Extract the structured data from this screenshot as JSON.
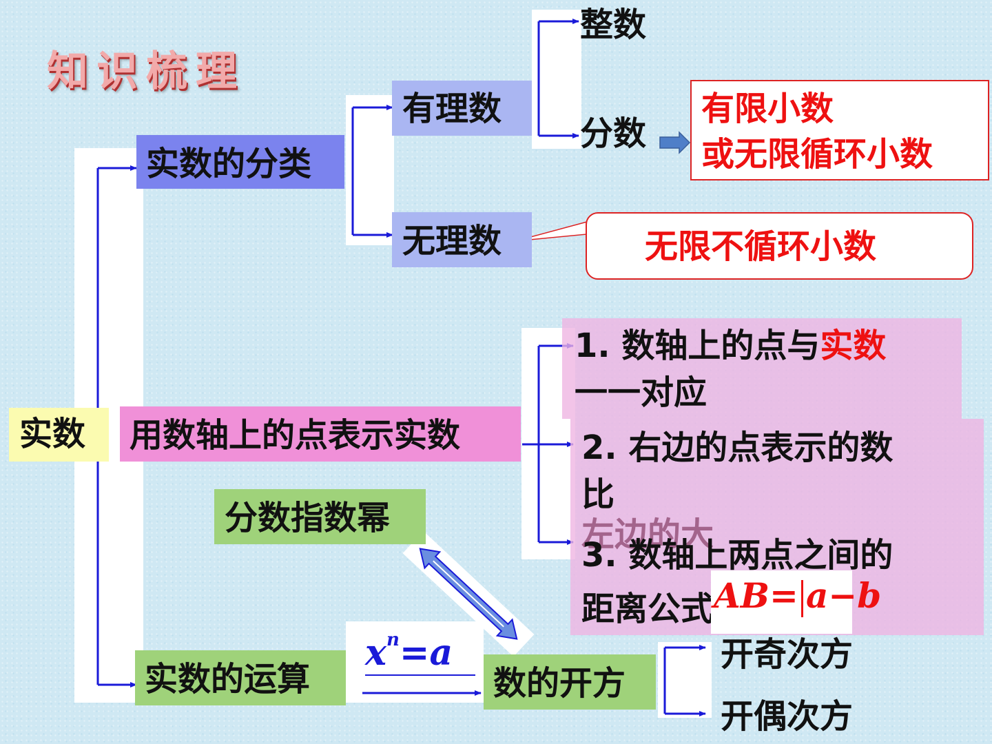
{
  "title": "知识梳理",
  "root": "实数",
  "branches": {
    "classification": "实数的分类",
    "number_line": "用数轴上的点表示实数",
    "operations": "实数的运算"
  },
  "classification": {
    "rational": "有理数",
    "irrational": "无理数",
    "integer": "整数",
    "fraction": "分数",
    "fraction_note_line1": "有限小数",
    "fraction_note_line2": "或无限循环小数",
    "irrational_note": "无限不循环小数"
  },
  "number_line": {
    "item1_prefix": "1. 数轴上的点与",
    "item1_highlight": "实数",
    "item1_line2": "一一对应",
    "item2_line1": "2. 右边的点表示的数",
    "item2_line2": "比",
    "item2_overlap": "左边的大",
    "item3_line1": "3. 数轴上两点之间的",
    "item3_line2": "距离公式",
    "formula_lhs": "AB=",
    "formula_rhs": "a−b"
  },
  "operations": {
    "fractional_power": "分数指数幂",
    "equation_base": "x",
    "equation_exp": "n",
    "equation_rhs": "=a",
    "root_extraction": "数的开方",
    "odd_root": "开奇次方",
    "even_root": "开偶次方"
  },
  "colors": {
    "arrow": "#1a1ad8",
    "red_text": "#ee1111",
    "blue_box": "#7b83ee",
    "lavender_box": "#aab6f2",
    "pink_box": "#f090d8",
    "yellow_box": "#fbfbb0",
    "green_box": "#9fd27a"
  },
  "icons": [
    "right-arrow-icon",
    "double-arrow-icon",
    "block-arrow-icon",
    "callout-pointer-icon"
  ]
}
